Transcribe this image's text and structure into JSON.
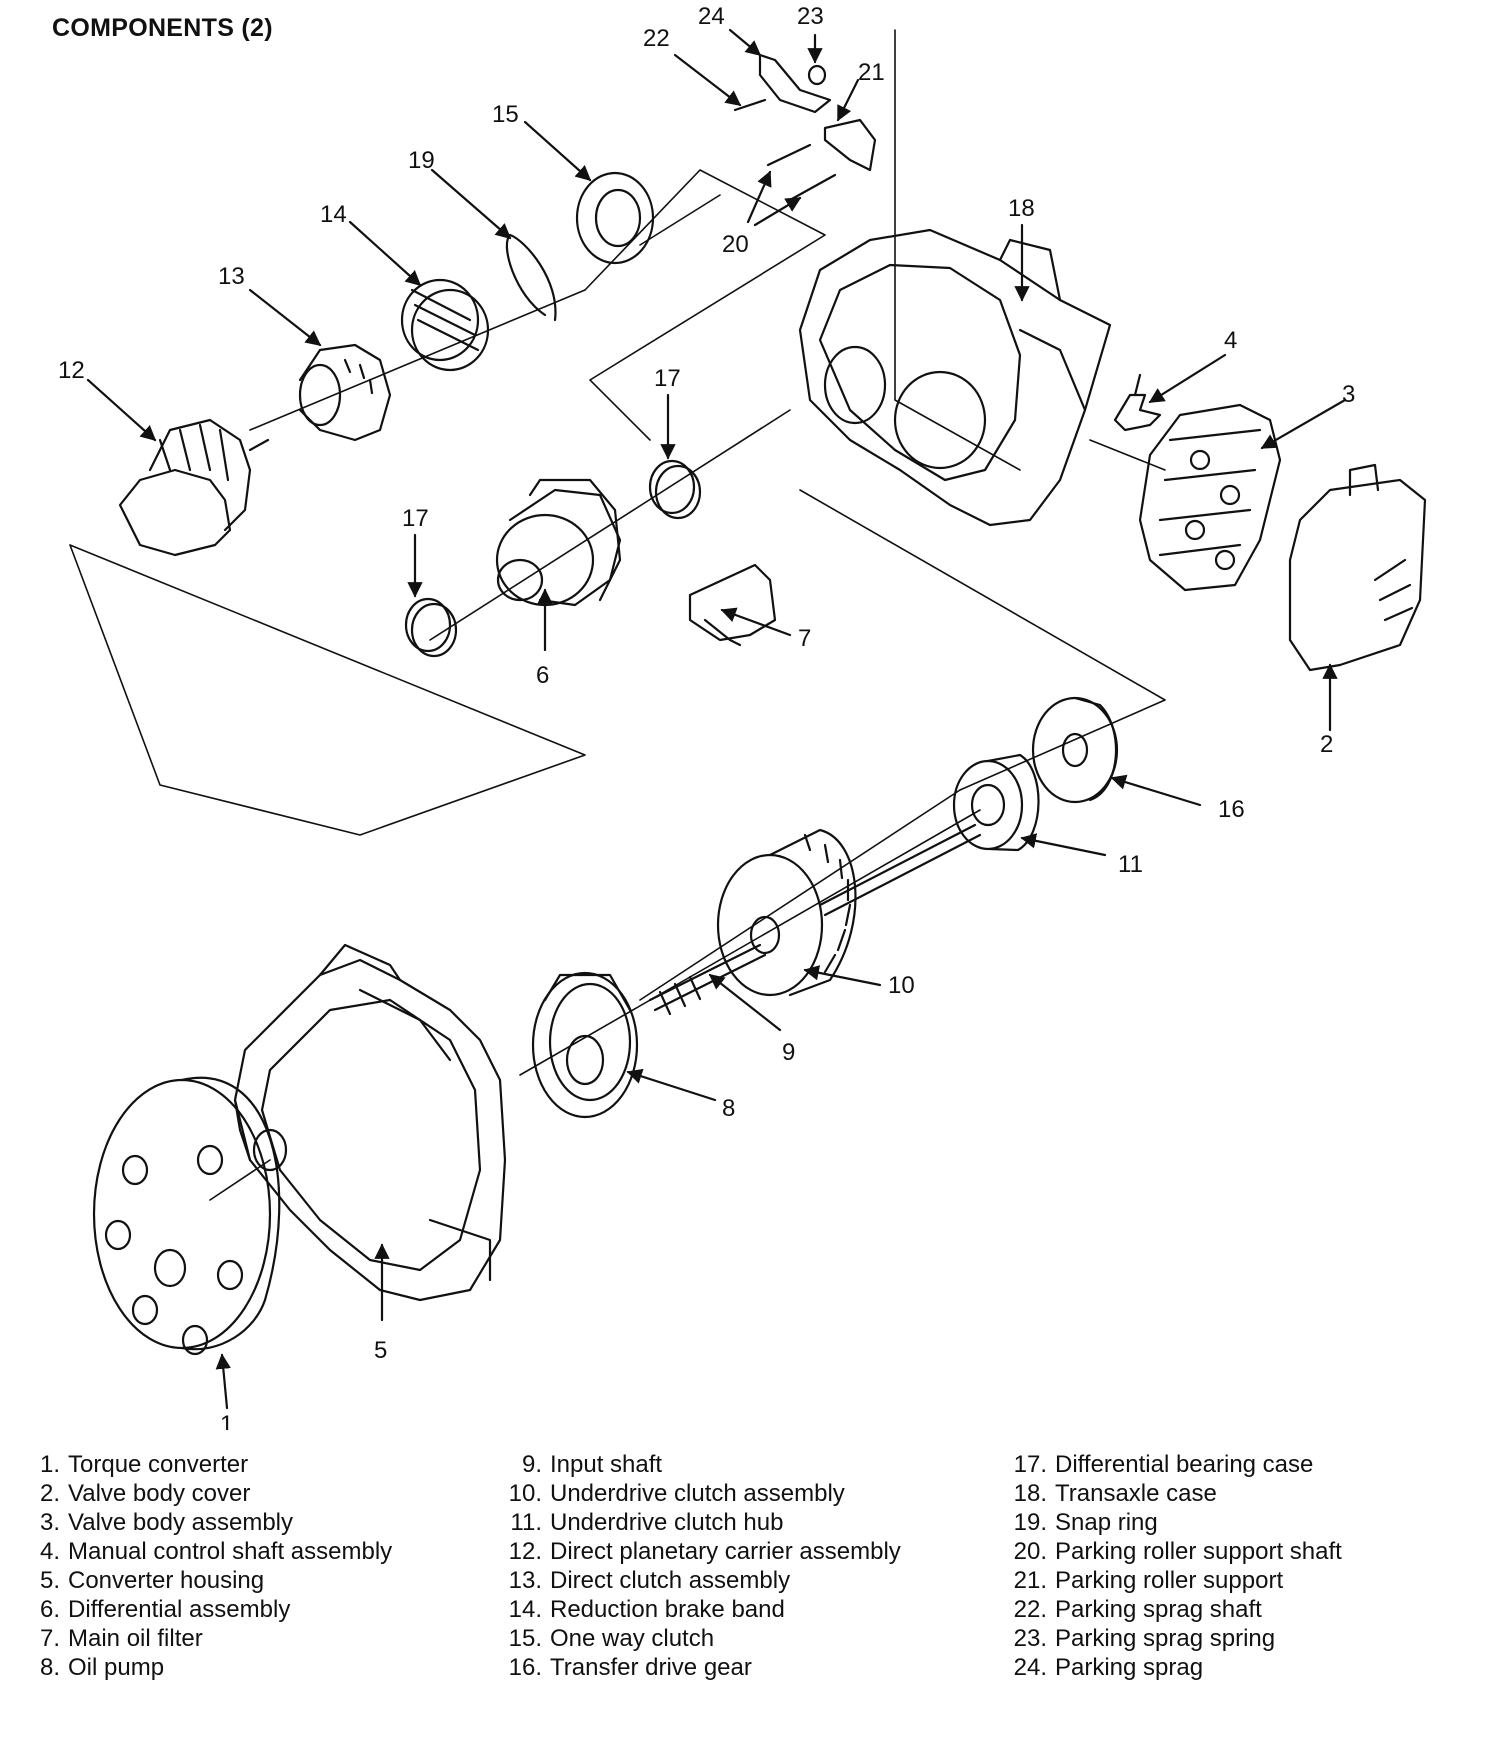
{
  "title": "COMPONENTS (2)",
  "callouts": [
    "24",
    "23",
    "22",
    "21",
    "15",
    "19",
    "20",
    "18",
    "14",
    "13",
    "12",
    "4",
    "3",
    "17",
    "17",
    "6",
    "7",
    "2",
    "16",
    "11",
    "10",
    "9",
    "8",
    "5",
    "1"
  ],
  "legend": {
    "col1": [
      {
        "num": "1.",
        "label": "Torque converter"
      },
      {
        "num": "2.",
        "label": "Valve body cover"
      },
      {
        "num": "3.",
        "label": "Valve body assembly"
      },
      {
        "num": "4.",
        "label": "Manual control shaft assembly"
      },
      {
        "num": "5.",
        "label": "Converter housing"
      },
      {
        "num": "6.",
        "label": "Differential assembly"
      },
      {
        "num": "7.",
        "label": "Main oil filter"
      },
      {
        "num": "8.",
        "label": "Oil pump"
      }
    ],
    "col2": [
      {
        "num": "9.",
        "label": "Input shaft"
      },
      {
        "num": "10.",
        "label": "Underdrive clutch assembly"
      },
      {
        "num": "11.",
        "label": "Underdrive clutch hub"
      },
      {
        "num": "12.",
        "label": "Direct planetary carrier assembly"
      },
      {
        "num": "13.",
        "label": "Direct clutch assembly"
      },
      {
        "num": "14.",
        "label": "Reduction brake band"
      },
      {
        "num": "15.",
        "label": "One way clutch"
      },
      {
        "num": "16.",
        "label": "Transfer drive gear"
      }
    ],
    "col3": [
      {
        "num": "17.",
        "label": "Differential bearing case"
      },
      {
        "num": "18.",
        "label": "Transaxle case"
      },
      {
        "num": "19.",
        "label": "Snap ring"
      },
      {
        "num": "20.",
        "label": "Parking roller support shaft"
      },
      {
        "num": "21.",
        "label": "Parking roller support"
      },
      {
        "num": "22.",
        "label": "Parking sprag shaft"
      },
      {
        "num": "23.",
        "label": "Parking sprag spring"
      },
      {
        "num": "24.",
        "label": "Parking sprag"
      }
    ]
  }
}
